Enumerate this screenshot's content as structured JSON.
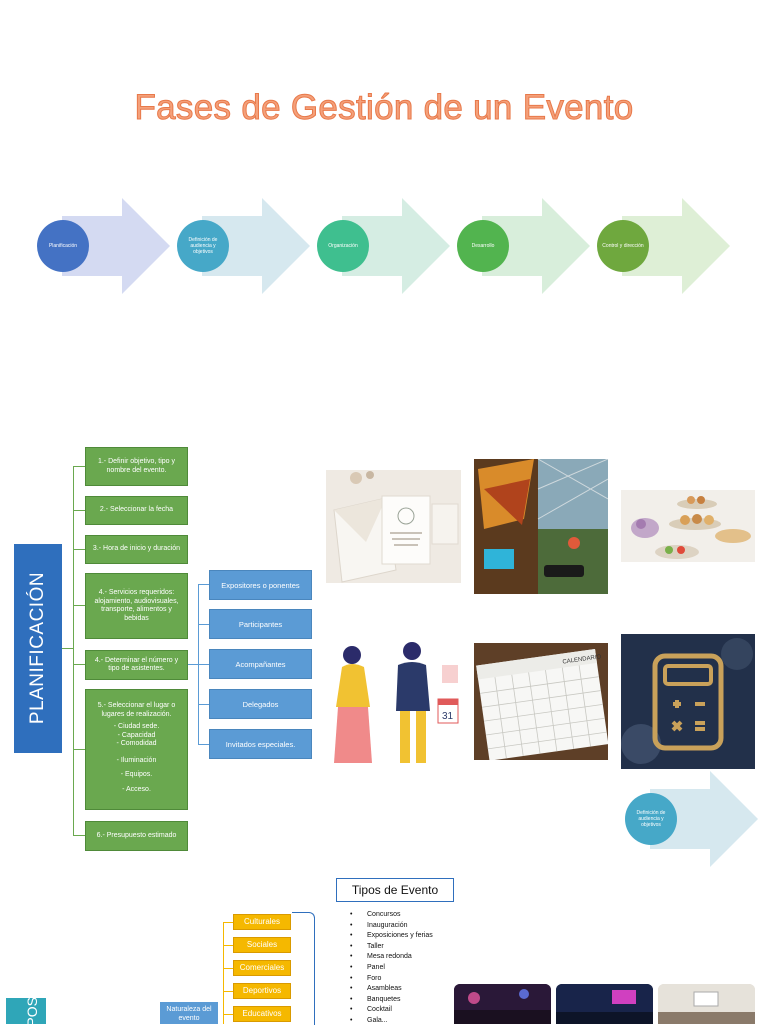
{
  "title": "Fases de Gestión de un Evento",
  "phases": [
    {
      "label": "Planificación",
      "color": "#4472c4"
    },
    {
      "label": "Definición de audiencia y objetivos",
      "color": "#46a8c8"
    },
    {
      "label": "Organización",
      "color": "#3fbf8f"
    },
    {
      "label": "Desarrollo",
      "color": "#52b44f"
    },
    {
      "label": "Control y dirección",
      "color": "#6fa83e"
    }
  ],
  "planificacion": {
    "heading": "PLANIFICACIÓN",
    "steps": [
      "1.- Definir objetivo, tipo y nombre del evento.",
      "2.- Seleccionar la fecha",
      "3.- Hora de inicio y duración",
      "4.- Servicios requeridos: alojamiento, audiovisuales, transporte, alimentos y bebidas",
      "4.- Determinar el número y tipo de asistentes.",
      "5.- Seleccionar el lugar o lugares de realización.",
      "6.- Presupuesto estimado"
    ],
    "lugar_items": [
      "- Ciudad sede.",
      "- Capacidad",
      "- Comodidad",
      "- Iluminación",
      "- Equipos.",
      "- Acceso."
    ],
    "asistentes": [
      "Expositores o ponentes",
      "Participantes",
      "Acompañantes",
      "Delegados",
      "Invitados especiales."
    ]
  },
  "next_phase": {
    "label": "Definición de audiencia y objetivos"
  },
  "calendar_label": "CALENDARIO",
  "calendar_number": "31",
  "tipos": {
    "title": "Tipos de Evento",
    "naturaleza_label": "Naturaleza del evento",
    "categories": [
      "Culturales",
      "Sociales",
      "Comerciales",
      "Deportivos",
      "Educativos"
    ],
    "list": [
      "Concursos",
      "Inauguración",
      "Exposiciones y ferias",
      "Taller",
      "Mesa redonda",
      "Panel",
      "Foro",
      "Asambleas",
      "Banquetes",
      "Cocktail",
      "Gala..."
    ],
    "bottom_heading": "TIPOS"
  },
  "colors": {
    "green": "#6aa84f",
    "blue": "#5b9bd5",
    "navy": "#2f6fbd",
    "yellow": "#f5b800",
    "title": "#f4a07a"
  }
}
